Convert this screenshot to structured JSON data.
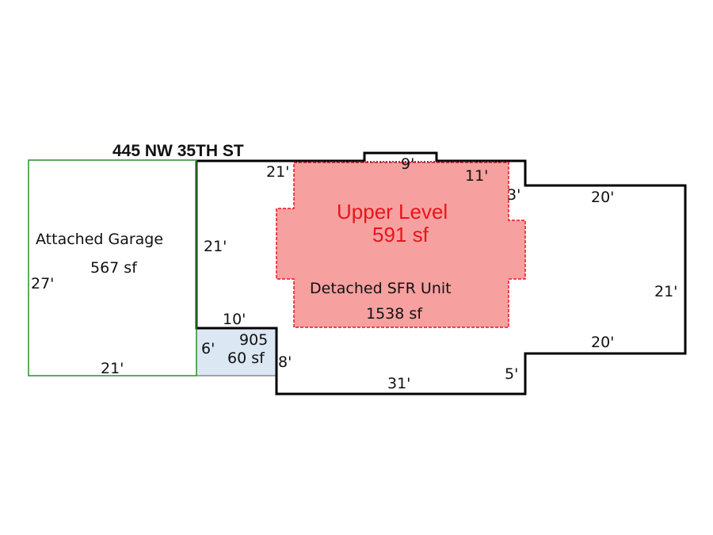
{
  "address": "445 NW 35TH ST",
  "colors": {
    "main_outline": "#000000",
    "garage_outline": "#2e8b2e",
    "upper_level_fill": "#f7a0a0",
    "upper_level_stroke": "#e8151b",
    "porch_fill": "#dbe7f3"
  },
  "areas": {
    "garage": {
      "name": "Attached Garage",
      "area": "567 sf"
    },
    "main": {
      "name": "Detached SFR Unit",
      "area": "1538 sf"
    },
    "upper": {
      "name": "Upper Level",
      "area": "591 sf"
    },
    "porch": {
      "name": "905",
      "area": "60 sf"
    }
  },
  "dimensions": {
    "garage_left": "27'",
    "garage_bottom": "21'",
    "main_left": "21'",
    "main_top_left": "21'",
    "bump_top": "9'",
    "top_right": "11'",
    "step_right": "3'",
    "right_top": "20'",
    "right_side": "21'",
    "right_bottom": "20'",
    "step_bottom_right": "5'",
    "bottom": "31'",
    "porch_right": "8'",
    "porch_top": "10'",
    "porch_left": "6'"
  }
}
